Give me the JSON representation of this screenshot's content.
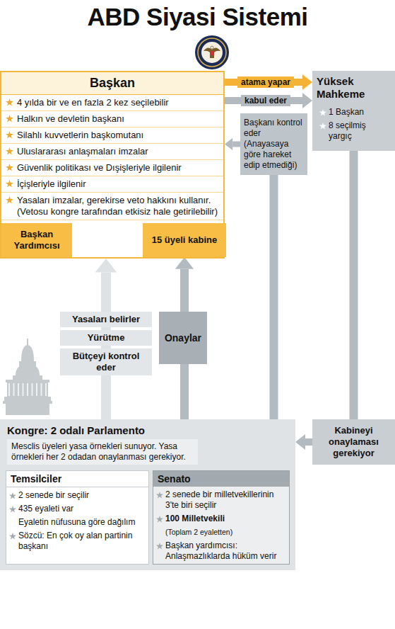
{
  "diagram": {
    "title": "ABD Siyasi Sistemi",
    "nodes": [
      {
        "text": [
          "Başkan",
          "4 yılda bir ve en fazla 2 kez seçilebilir",
          "Halkın ve devletin başkanı",
          "Silahlı kuvvetlerin başkomutanı",
          "Uluslararası anlaşmaları imzalar",
          "Güvenlik politikası ve Dışişleriyle ilgilenir",
          "İçişleriyle ilgilenir",
          "Yasaları imzalar, gerekirse veto hakkını kullanır. (Vetosu kongre tarafından etkisiz hale getirilebilir)"
        ]
      },
      {
        "text": [
          "Başkan Yardımcısı"
        ],
        "in": 0
      },
      {
        "text": [
          "15 üyeli kabine"
        ],
        "in": 0
      },
      {
        "text": [
          "Yüksek Mahkeme",
          "1 Başkan",
          "8 seçilmiş yargıç"
        ]
      },
      {
        "text": [
          "Başkanı kontrol eder (Anayasaya göre hareket edip etmediği)"
        ]
      },
      {
        "text": [
          "Yasaları belirler"
        ]
      },
      {
        "text": [
          "Yürütme"
        ]
      },
      {
        "text": [
          "Bütçeyi kontrol eder"
        ]
      },
      {
        "text": [
          "Onaylar"
        ]
      },
      {
        "text": [
          "Kabineyi onaylaması gerekiyor"
        ]
      },
      {
        "text": [
          "Kongre: 2 odalı Parlamento",
          "Mesclis üyeleri yasa örnekleri sunuyor. Yasa örnekleri her 2 odadan onaylanması gerekiyor."
        ]
      },
      {
        "text": [
          "Temsilciler",
          "2 senede bir seçilir",
          "435 eyaleti var",
          "Eyaletin nüfusuna göre dağılım",
          "Sözcü: En çok oy alan partinin başkanı"
        ],
        "in": 10
      },
      {
        "text": [
          "Senato",
          "2 senede bir milletvekillerinin 3'te biri seçilir",
          "100 Milletvekili",
          "(Toplam 2 eyaletten)",
          "Başkan yardımcısı: Anlaşmazlıklarda hüküm verir"
        ],
        "in": 10
      }
    ],
    "edges": [
      {
        "from": 0,
        "to": 3,
        "label": "atama yapar",
        "arrow": "to"
      },
      {
        "from": 0,
        "to": 3,
        "label": "kabul eder",
        "arrow": "to"
      },
      {
        "from": 4,
        "to": 0,
        "arrow": "to"
      },
      {
        "from": 10,
        "to": 0,
        "arrow": "to"
      },
      {
        "from": 10,
        "to": 2,
        "arrow": "to"
      },
      {
        "from": 4,
        "to": 10,
        "arrow": "none"
      },
      {
        "from": 3,
        "to": 9,
        "arrow": "none"
      },
      {
        "from": 9,
        "to": 10,
        "arrow": "to"
      }
    ]
  }
}
